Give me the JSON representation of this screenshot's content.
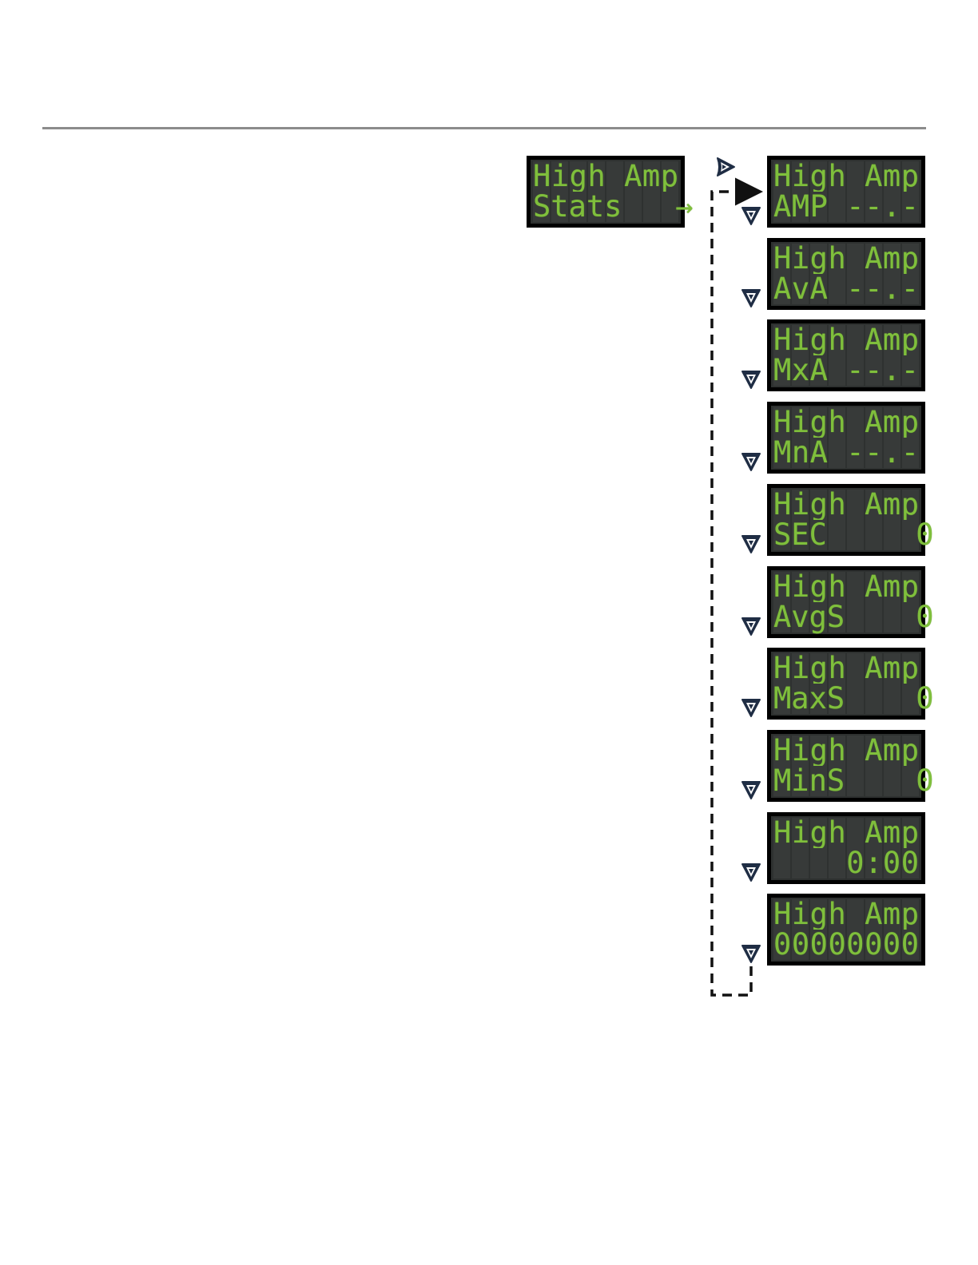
{
  "colors": {
    "lcd_text": "#7fbf3c",
    "lcd_bg": "#2e3130",
    "button": "#1f2d44"
  },
  "icons": {
    "enter": "right-arrow-button-icon",
    "next": "down-arrow-button-icon"
  },
  "menu_entry": {
    "line1": "High Amp",
    "line2": "Stats   →"
  },
  "screens": [
    {
      "line1": "High Amp",
      "line2": "AMP --.-"
    },
    {
      "line1": "High Amp",
      "line2": "AvA --.-"
    },
    {
      "line1": "High Amp",
      "line2": "MxA --.-"
    },
    {
      "line1": "High Amp",
      "line2": "MnA --.-"
    },
    {
      "line1": "High Amp",
      "line2": "SEC     0"
    },
    {
      "line1": "High Amp",
      "line2": "AvgS    0"
    },
    {
      "line1": "High Amp",
      "line2": "MaxS    0"
    },
    {
      "line1": "High Amp",
      "line2": "MinS    0"
    },
    {
      "line1": "High Amp",
      "line2": "    0:00"
    },
    {
      "line1": "High Amp",
      "line2": "00000000"
    }
  ]
}
